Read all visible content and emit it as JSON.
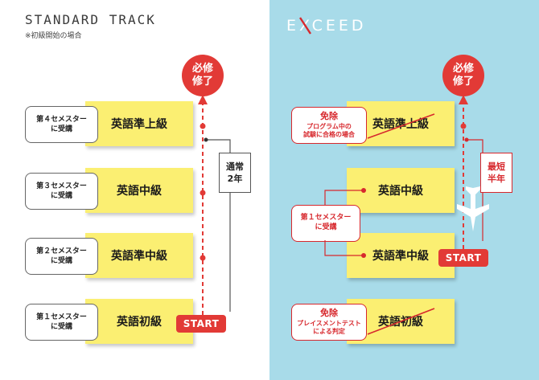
{
  "left": {
    "title": "STANDARD TRACK",
    "subtitle": "※初級開始の場合",
    "goal": {
      "line1": "必修",
      "line2": "修了"
    },
    "start": "START",
    "duration": {
      "line1": "通常",
      "line2": "2年"
    },
    "levels": [
      {
        "sticky": "英語準上級",
        "label1": "第４セメスター",
        "label2": "に受講"
      },
      {
        "sticky": "英語中級",
        "label1": "第３セメスター",
        "label2": "に受講"
      },
      {
        "sticky": "英語準中級",
        "label1": "第２セメスター",
        "label2": "に受講"
      },
      {
        "sticky": "英語初級",
        "label1": "第１セメスター",
        "label2": "に受講"
      }
    ]
  },
  "right": {
    "title": "EXCEED",
    "goal": {
      "line1": "必修",
      "line2": "修了"
    },
    "start": "START",
    "duration": {
      "line1": "最短",
      "line2": "半年"
    },
    "semester_label": {
      "line1": "第１セメスター",
      "line2": "に受講"
    },
    "exempt_top": {
      "title": "免除",
      "line1": "プログラム中の",
      "line2": "試験に合格の場合"
    },
    "exempt_bottom": {
      "title": "免除",
      "line1": "プレイスメントテスト",
      "line2": "による判定"
    },
    "levels": [
      {
        "sticky": "英語準上級"
      },
      {
        "sticky": "英語中級"
      },
      {
        "sticky": "英語準中級"
      },
      {
        "sticky": "英語初級"
      }
    ]
  },
  "colors": {
    "accent": "#e23a36",
    "sticky": "#fbef72",
    "right_bg": "#a8dbe9"
  },
  "icons": {
    "plane": "airplane-icon"
  }
}
